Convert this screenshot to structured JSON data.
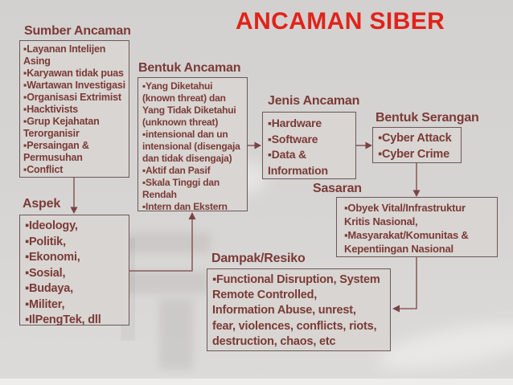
{
  "title": {
    "text": "ANCAMAN SIBER"
  },
  "colors": {
    "title_red": "#e0231a",
    "text_maroon": "#7b3a36",
    "box_border": "#6b5858",
    "box_fill": "#d8d5d2",
    "background": "#d6d4d2",
    "arrow": "#7a4343"
  },
  "boxes": [
    {
      "id": "sumber-ancaman",
      "label": "Sumber Ancaman",
      "lines": [
        "▪Layanan Intelijen",
        "Asing",
        "▪Karyawan tidak puas",
        "▪Wartawan Investigasi",
        "▪Organisasi Extrimist",
        "▪Hacktivists",
        "▪Grup Kejahatan",
        "Terorganisir",
        "▪Persaingan &",
        "Permusuhan",
        "▪Conflict"
      ]
    },
    {
      "id": "bentuk-ancaman",
      "label": "Bentuk Ancaman",
      "lines": [
        "▪Yang Diketahui",
        "(known threat) dan",
        "Yang Tidak Diketahui",
        "(unknown threat)",
        "▪intensional dan un",
        "intensional (disengaja",
        "dan tidak disengaja)",
        "▪Aktif dan Pasif",
        "▪Skala Tinggi dan",
        "Rendah",
        "▪Intern dan Ekstern"
      ]
    },
    {
      "id": "jenis-ancaman",
      "label": "Jenis Ancaman",
      "lines": [
        "▪Hardware",
        "▪Software",
        "▪Data &",
        "Information"
      ]
    },
    {
      "id": "bentuk-serangan",
      "label": "Bentuk Serangan",
      "lines": [
        "▪Cyber Attack",
        "▪Cyber Crime"
      ]
    },
    {
      "id": "sasaran",
      "label": "Sasaran",
      "lines": [
        "▪Obyek Vital/Infrastruktur",
        "Kritis Nasional,",
        "▪Masyarakat/Komunitas &",
        "Kepentiingan Nasional"
      ]
    },
    {
      "id": "aspek",
      "label": "Aspek",
      "lines": [
        "▪Ideology,",
        "▪Politik,",
        "▪Ekonomi,",
        "▪Sosial,",
        "▪Budaya,",
        "▪Militer,",
        "▪IlPengTek, dll"
      ]
    },
    {
      "id": "dampak-resiko",
      "label": "Dampak/Resiko",
      "lines": [
        "▪Functional Disruption, System",
        "Remote Controlled,",
        "Information Abuse, unrest,",
        "fear, violences, conflicts, riots,",
        "destruction, chaos, etc"
      ]
    }
  ],
  "connections": [
    {
      "from": "sumber-ancaman",
      "to": "aspek"
    },
    {
      "from": "aspek",
      "to": "bentuk-ancaman"
    },
    {
      "from": "bentuk-ancaman",
      "to": "jenis-ancaman"
    },
    {
      "from": "jenis-ancaman",
      "to": "bentuk-serangan"
    },
    {
      "from": "bentuk-serangan",
      "to": "sasaran"
    },
    {
      "from": "sasaran",
      "to": "dampak-resiko"
    }
  ]
}
